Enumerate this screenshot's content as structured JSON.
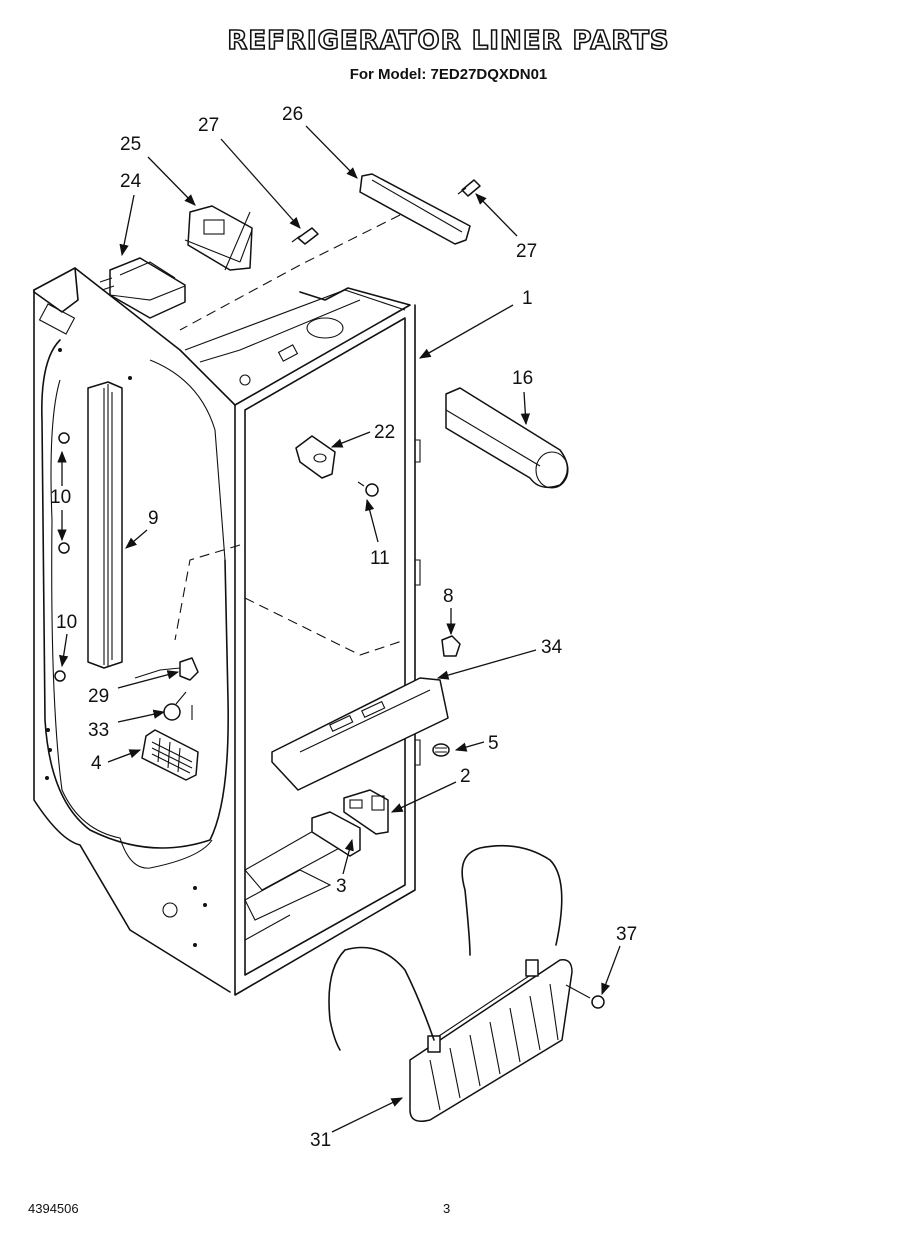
{
  "header": {
    "title": "REFRIGERATOR LINER PARTS",
    "model_line": "For Model: 7ED27DQXDN01"
  },
  "footer": {
    "doc_number": "4394506",
    "page_number": "3"
  },
  "callouts": {
    "c1": "1",
    "c2": "2",
    "c3": "3",
    "c4": "4",
    "c5": "5",
    "c8": "8",
    "c9": "9",
    "c10a": "10",
    "c10b": "10",
    "c11": "11",
    "c16": "16",
    "c22": "22",
    "c24": "24",
    "c25": "25",
    "c26": "26",
    "c27a": "27",
    "c27b": "27",
    "c29": "29",
    "c31": "31",
    "c33": "33",
    "c34": "34",
    "c37": "37"
  }
}
